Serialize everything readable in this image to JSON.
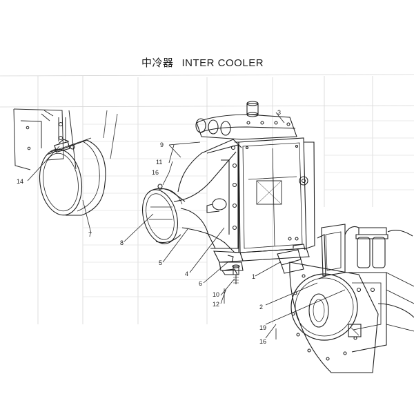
{
  "title": {
    "cn": "中冷器",
    "en": "INTER COOLER"
  },
  "callouts": [
    {
      "id": "c1",
      "label": "1"
    },
    {
      "id": "c2",
      "label": "2"
    },
    {
      "id": "c3",
      "label": "3"
    },
    {
      "id": "c4",
      "label": "4"
    },
    {
      "id": "c5",
      "label": "5"
    },
    {
      "id": "c6",
      "label": "6"
    },
    {
      "id": "c7",
      "label": "7"
    },
    {
      "id": "c8",
      "label": "8"
    },
    {
      "id": "c9",
      "label": "9"
    },
    {
      "id": "c10",
      "label": "10"
    },
    {
      "id": "c11",
      "label": "11"
    },
    {
      "id": "c12",
      "label": "12"
    },
    {
      "id": "c14",
      "label": "14"
    },
    {
      "id": "c16a",
      "label": "16"
    },
    {
      "id": "c16b",
      "label": "16"
    },
    {
      "id": "c19",
      "label": "19"
    }
  ]
}
